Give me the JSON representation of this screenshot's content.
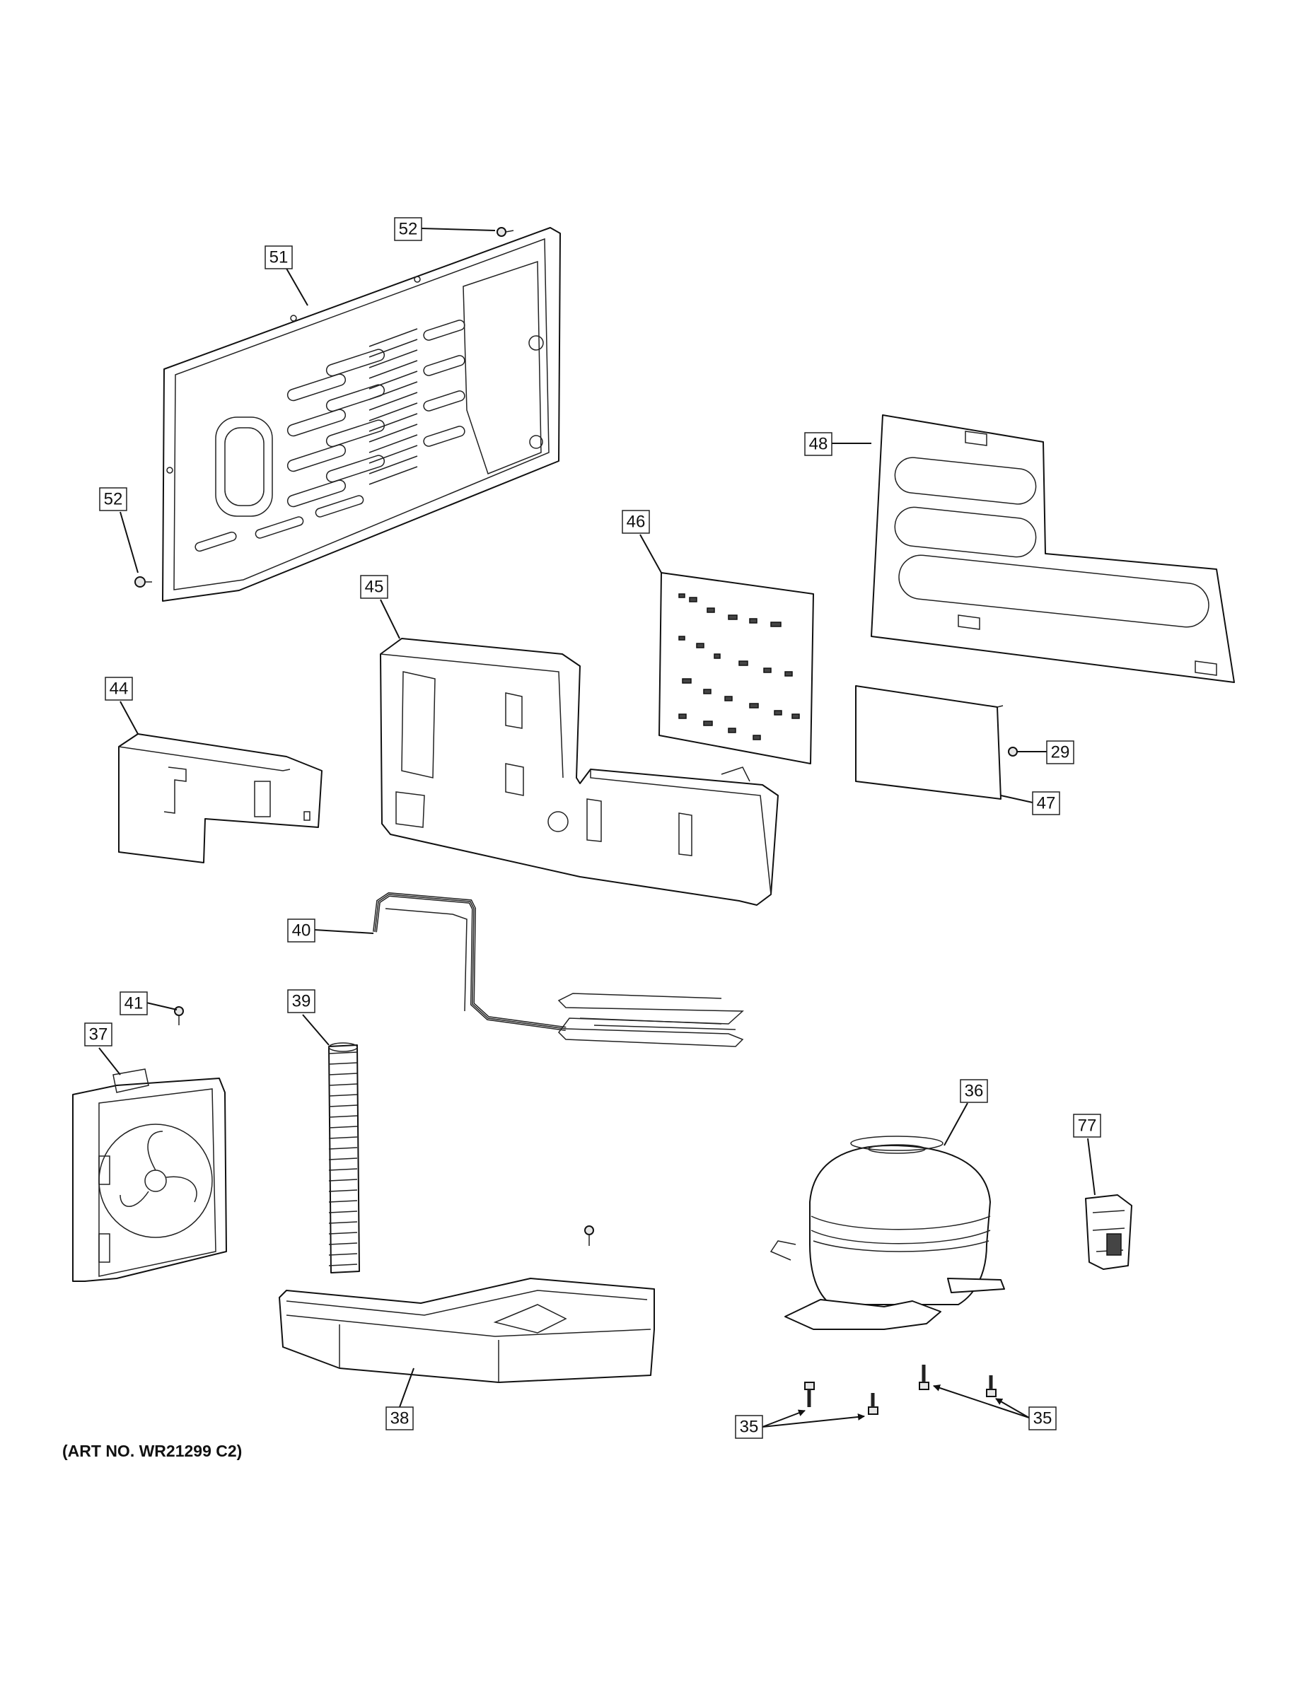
{
  "art_number": "(ART NO. WR21299 C2)",
  "callouts": {
    "c52a": "52",
    "c51": "51",
    "c52b": "52",
    "c48": "48",
    "c46": "46",
    "c45": "45",
    "c44": "44",
    "c29": "29",
    "c47": "47",
    "c40": "40",
    "c41": "41",
    "c39": "39",
    "c37": "37",
    "c36": "36",
    "c77": "77",
    "c38": "38",
    "c35a": "35",
    "c35b": "35"
  }
}
